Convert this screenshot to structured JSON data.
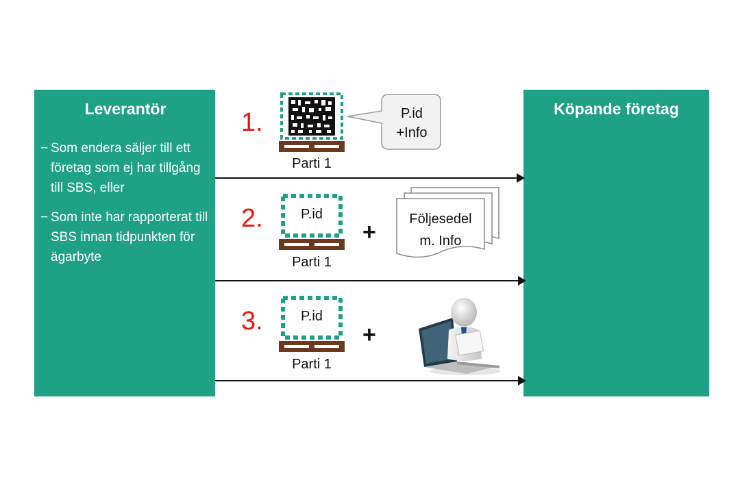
{
  "left_box": {
    "title": "Leverantör",
    "bullets": [
      "Som endera säljer till ett företag som ej har tillgång till SBS, eller",
      "Som inte har rapporterat till SBS innan tidpunkten för ägarbyte"
    ],
    "dash": "−"
  },
  "right_box": {
    "title": "Köpande företag"
  },
  "steps": [
    {
      "number": "1.",
      "lot_label": "Parti 1",
      "bubble_line1": "P.id",
      "bubble_line2": "+Info"
    },
    {
      "number": "2.",
      "lot_label": "Parti 1",
      "pallet_label": "P.id",
      "plus": "+",
      "doc_line1": "Följesedel",
      "doc_line2": "m. Info"
    },
    {
      "number": "3.",
      "lot_label": "Parti 1",
      "pallet_label": "P.id",
      "plus": "+"
    }
  ],
  "icons": [
    "qr-code-icon",
    "speech-bubble-icon",
    "pallet-icon",
    "document-stack-icon",
    "person-laptop-icon"
  ],
  "colors": {
    "box": "#1ea185",
    "number": "#e8170f",
    "pallet_wood": "#6b3a1e",
    "pallet_green": "#1ea185"
  }
}
